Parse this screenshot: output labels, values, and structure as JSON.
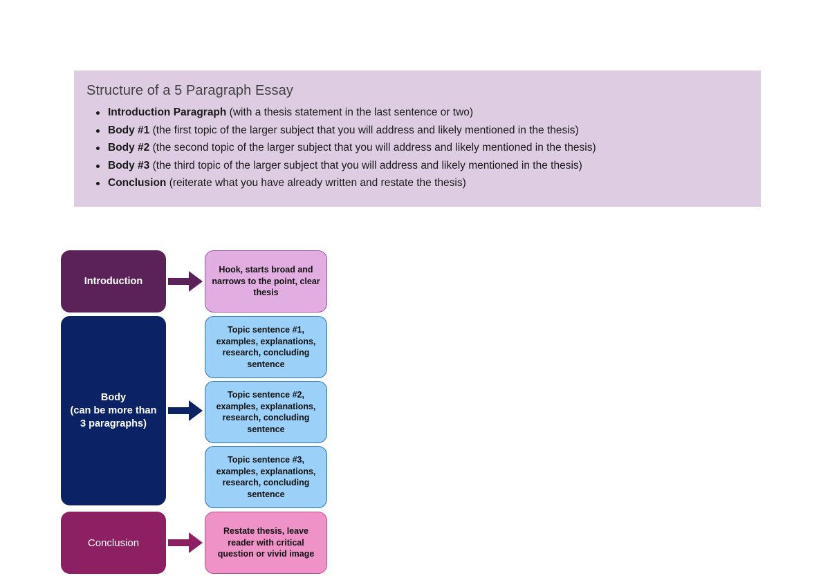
{
  "banner": {
    "title": "Structure of a 5 Paragraph Essay",
    "items": [
      {
        "lead": "Introduction Paragraph",
        "rest": " (with a thesis statement in the last sentence or two)"
      },
      {
        "lead": "Body #1",
        "rest": " (the first topic of the larger subject that you will address and likely mentioned in the thesis)"
      },
      {
        "lead": "Body #2",
        "rest": " (the second topic of the larger subject that you will address and likely mentioned in the thesis)"
      },
      {
        "lead": "Body #3",
        "rest": " (the third topic of the larger subject that you will address and likely mentioned in the thesis)"
      },
      {
        "lead": "Conclusion",
        "rest": " (reiterate what you have already written and restate the thesis)"
      }
    ]
  },
  "diagram": {
    "stages": [
      {
        "label": "Introduction",
        "color": "#5B2259"
      },
      {
        "label": "Body\n(can be more than\n3 paragraphs)",
        "color": "#0B2265"
      },
      {
        "label": "Conclusion",
        "color": "#8C2063"
      }
    ],
    "details": [
      {
        "label": "Hook, starts broad and narrows to the point, clear thesis",
        "color": "#E2AEE2",
        "border": "#9A5BA6"
      },
      {
        "label": "Topic sentence #1, examples, explanations, research, concluding sentence",
        "color": "#9BD0F8",
        "border": "#2E74B5"
      },
      {
        "label": "Topic sentence #2, examples, explanations, research, concluding sentence",
        "color": "#9BD0F8",
        "border": "#2E74B5"
      },
      {
        "label": "Topic sentence #3, examples, explanations, research, concluding sentence",
        "color": "#9BD0F8",
        "border": "#2E74B5"
      },
      {
        "label": "Restate thesis, leave reader with critical question or vivid image",
        "color": "#EE92C8",
        "border": "#C0508F"
      }
    ],
    "arrows": [
      {
        "name": "arrow-introduction",
        "color": "#5B2259"
      },
      {
        "name": "arrow-body",
        "color": "#0B2265"
      },
      {
        "name": "arrow-conclusion",
        "color": "#8C2063"
      }
    ]
  },
  "colors": {
    "banner_background": "#DDCCE2",
    "page_background": "#FFFFFF",
    "introduction": "#5B2259",
    "body": "#0B2265",
    "conclusion": "#8C2063",
    "hook_detail": "#E2AEE2",
    "topic_detail": "#9BD0F8",
    "restate_detail": "#EE92C8"
  }
}
